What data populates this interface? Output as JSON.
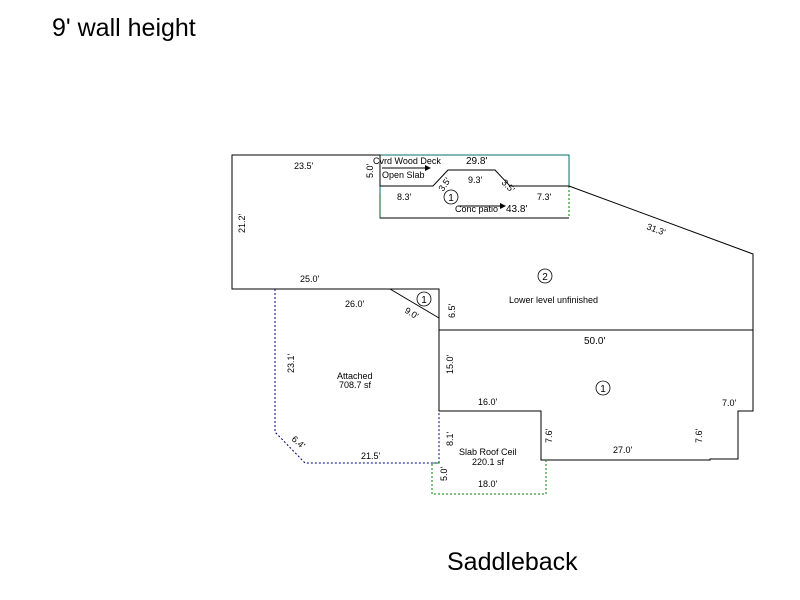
{
  "header": {
    "title": "9' wall height"
  },
  "footer": {
    "title": "Saddleback"
  },
  "colors": {
    "main_outline": "#000000",
    "deck_outline": "#007070",
    "patio_outline": "#006020",
    "attached_outline": "#000080",
    "slab_outline": "#008000"
  },
  "dimensions": {
    "top_left_width": "23.5'",
    "left_height": "21.2'",
    "deck_width": "29.8'",
    "deck_depth": "5.0'",
    "patio_left": "8.3'",
    "bay_left": "3.5'",
    "bay_center": "9.3'",
    "bay_right": "3.5'",
    "patio_right": "7.3'",
    "patio_width": "43.8'",
    "diagonal_right": "31.3'",
    "step_left": "25.0'",
    "attached_top": "26.0'",
    "attached_diag": "9.0'",
    "step_height": "6.5'",
    "attached_left": "23.1'",
    "attached_bottom_diag": "6.4'",
    "attached_bottom": "21.5'",
    "mid_right": "15.0'",
    "mid_width": "50.0'",
    "notch_top": "16.0'",
    "right_short": "7.0'",
    "slab_left": "8.1'",
    "notch_depth": "7.6'",
    "bottom_width": "27.0'",
    "right_notch": "7.6'",
    "slab_extra": "5.0'",
    "slab_width": "18.0'"
  },
  "areas": {
    "deck_label": "Cvrd Wood Deck",
    "open_slab_label": "Open Slab",
    "patio_label": "Conc patio",
    "lower_level_label": "Lower level unfinished",
    "attached_label": "Attached",
    "attached_sf": "708.7 sf",
    "slab_label": "Slab Roof Ceil",
    "slab_sf": "220.1 sf"
  },
  "markers": {
    "upper_patio": "1",
    "lower_level": "2",
    "attached_corner": "1",
    "main_floor": "1"
  }
}
